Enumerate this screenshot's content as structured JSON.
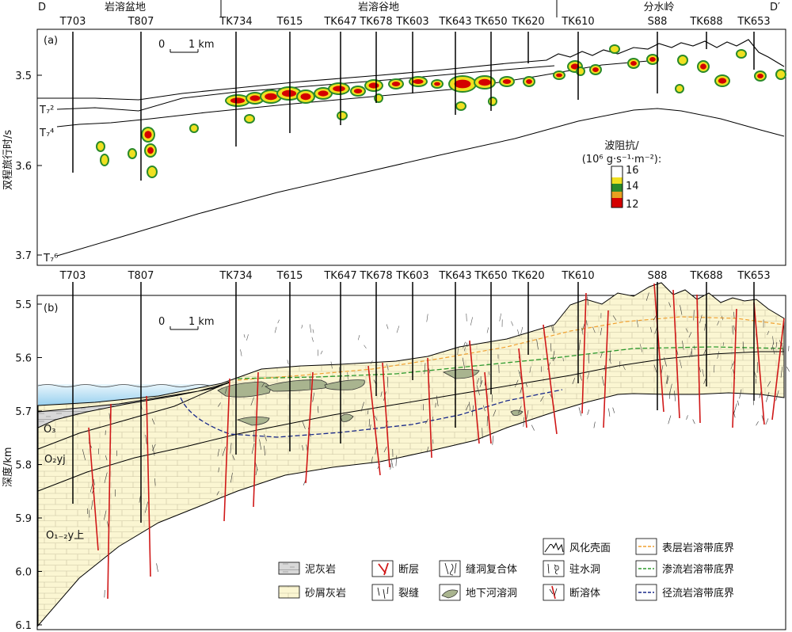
{
  "top_bar": {
    "left_end": "D",
    "right_end": "D′",
    "regions": [
      "岩溶盆地",
      "岩溶谷地",
      "分水岭"
    ]
  },
  "panel_a": {
    "label": "(a)",
    "y_axis_label": "双程旅行时/s",
    "y_ticks": [
      "3.5",
      "3.6",
      "3.7"
    ],
    "scale_label": "0      1 km",
    "horizons": [
      "T₇²",
      "T₇⁴",
      "T₇⁶"
    ],
    "impedance_legend": {
      "title_line1": "波阻抗/",
      "title_line2": "(10⁶ g·s⁻¹·m⁻²):",
      "ticks": [
        "16",
        "14",
        "12"
      ],
      "colors": [
        "#ffffff",
        "#f0e020",
        "#2a8a2a",
        "#e8a020",
        "#d40000"
      ]
    }
  },
  "panel_b": {
    "label": "(b)",
    "y_axis_label": "深度/km",
    "y_ticks": [
      "5.5",
      "5.6",
      "5.7",
      "5.8",
      "5.9",
      "6.0",
      "6.1"
    ],
    "scale_label": "0      1 km",
    "formations": [
      "O₃",
      "O₂yj",
      "O₁₋₂y上"
    ]
  },
  "wells": [
    "T703",
    "T807",
    "TK734",
    "T615",
    "TK647",
    "TK678",
    "TK603",
    "TK643",
    "TK650",
    "TK620",
    "TK610",
    "S88",
    "TK688",
    "TK653"
  ],
  "legend": {
    "items": [
      {
        "key": "mudstone",
        "label": "泥灰岩"
      },
      {
        "key": "calcarenite",
        "label": "砂屑灰岩"
      },
      {
        "key": "fault",
        "label": "断层"
      },
      {
        "key": "fracture",
        "label": "裂缝"
      },
      {
        "key": "fracture-cave",
        "label": "缝洞复合体"
      },
      {
        "key": "river-cave",
        "label": "地下河溶洞"
      },
      {
        "key": "weathering",
        "label": "风化壳面"
      },
      {
        "key": "sinkhole",
        "label": "驻水洞"
      },
      {
        "key": "fault-karst",
        "label": "断溶体"
      },
      {
        "key": "surface-karst",
        "label": "表层岩溶带底界"
      },
      {
        "key": "percolation",
        "label": "渗流岩溶带底界"
      },
      {
        "key": "runoff",
        "label": "径流岩溶带底界"
      }
    ],
    "colors": {
      "surface": "#f0a030",
      "percolation": "#2e9a2e",
      "runoff": "#1a2a8a",
      "fault": "#d01818",
      "water": "#bfe3f5",
      "limestone": "#fbf6d2",
      "mud": "#d8d8d8",
      "cave": "#a9b48f"
    }
  }
}
